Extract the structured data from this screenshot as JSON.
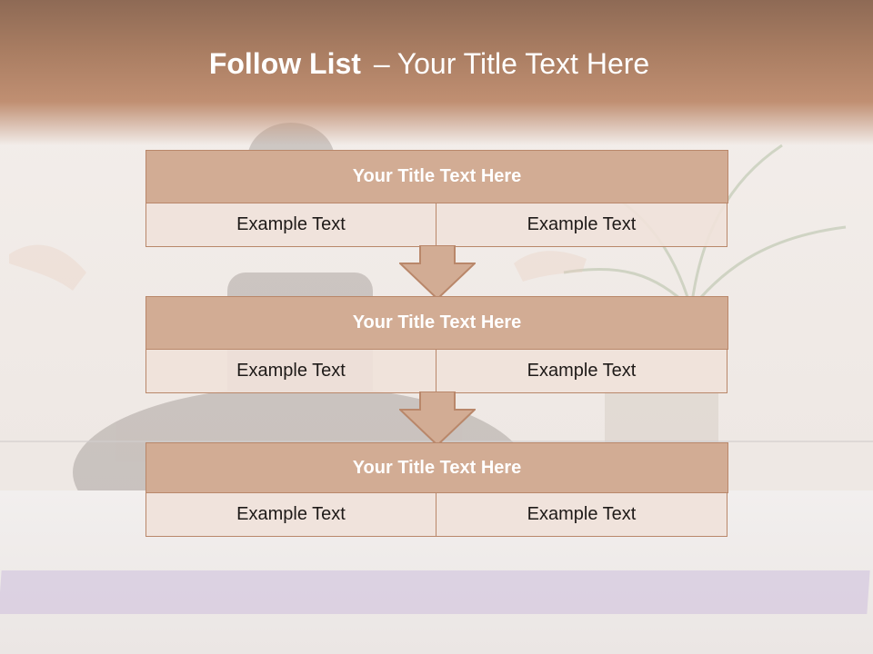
{
  "header": {
    "title_strong": "Follow List",
    "title_dash": "–",
    "title_rest": "Your Title Text Here"
  },
  "blocks": [
    {
      "title": "Your Title Text Here",
      "left": "Example Text",
      "right": "Example Text"
    },
    {
      "title": "Your Title Text Here",
      "left": "Example Text",
      "right": "Example Text"
    },
    {
      "title": "Your Title Text Here",
      "left": "Example Text",
      "right": "Example Text"
    }
  ],
  "colors": {
    "header": "#b07e63",
    "block_title": "#d2ac94",
    "cell": "#f0e2da",
    "border": "#b9876a",
    "arrow_fill": "#d2ac94"
  }
}
